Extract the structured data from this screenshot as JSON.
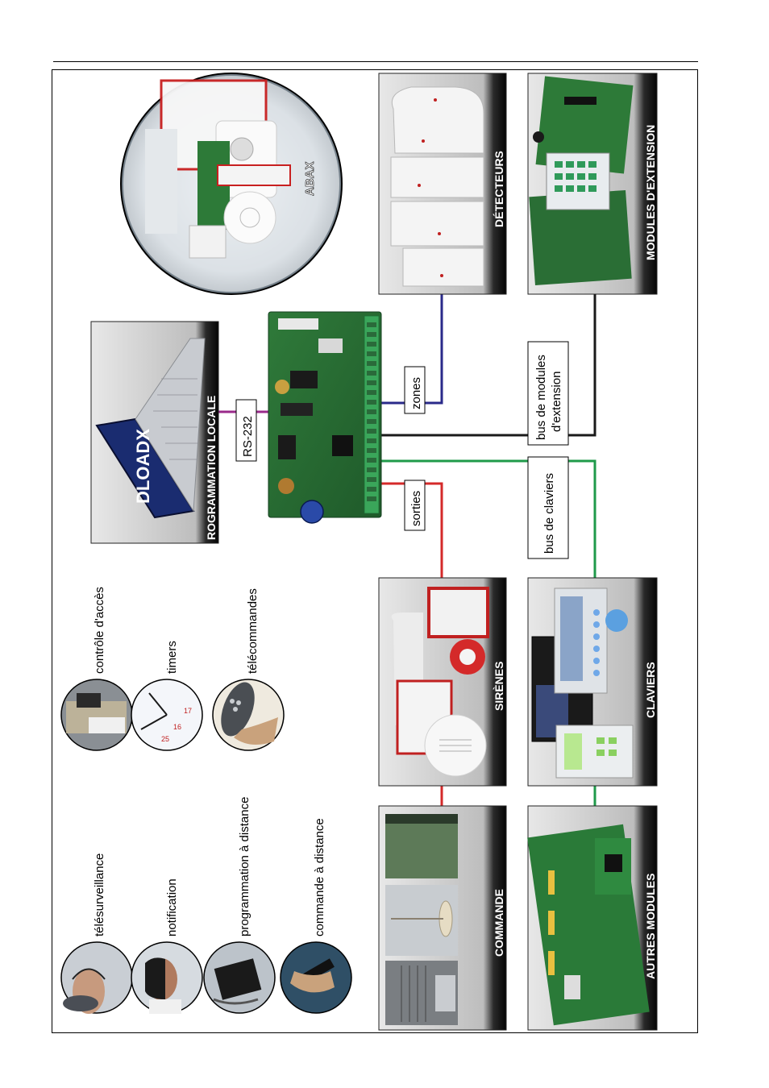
{
  "panels": {
    "abax": "ABAX",
    "detecteurs": "DÉTECTEURS",
    "modules_extension": "MODULES D'EXTENSION",
    "programmation_locale": "ROGRAMMATION LOCALE",
    "sirenes": "SIRÈNES",
    "claviers": "CLAVIERS",
    "commande": "COMMANDE",
    "autres_modules": "AUTRES MODULES"
  },
  "laptop_screen": "DLOADX",
  "connections": {
    "rs232": "RS-232",
    "zones": "zones",
    "sorties": "sorties",
    "bus_claviers": "bus de claviers",
    "bus_modules_line1": "bus de modules",
    "bus_modules_line2": "d'extension"
  },
  "features": {
    "controle_acces": "contrôle d'accès",
    "timers": "timers",
    "telecommandes": "télécommandes",
    "telesurveillance": "télésurveillance",
    "notification": "notification",
    "programmation_distance": "programmation à distance",
    "commande_distance": "commande à distance"
  },
  "colors": {
    "zones_line": "#2a2a8a",
    "sorties_line": "#d42a2a",
    "claviers_line": "#1f9a4a",
    "modules_line": "#1a1a1a",
    "rs232_line": "#9a2a8a"
  }
}
